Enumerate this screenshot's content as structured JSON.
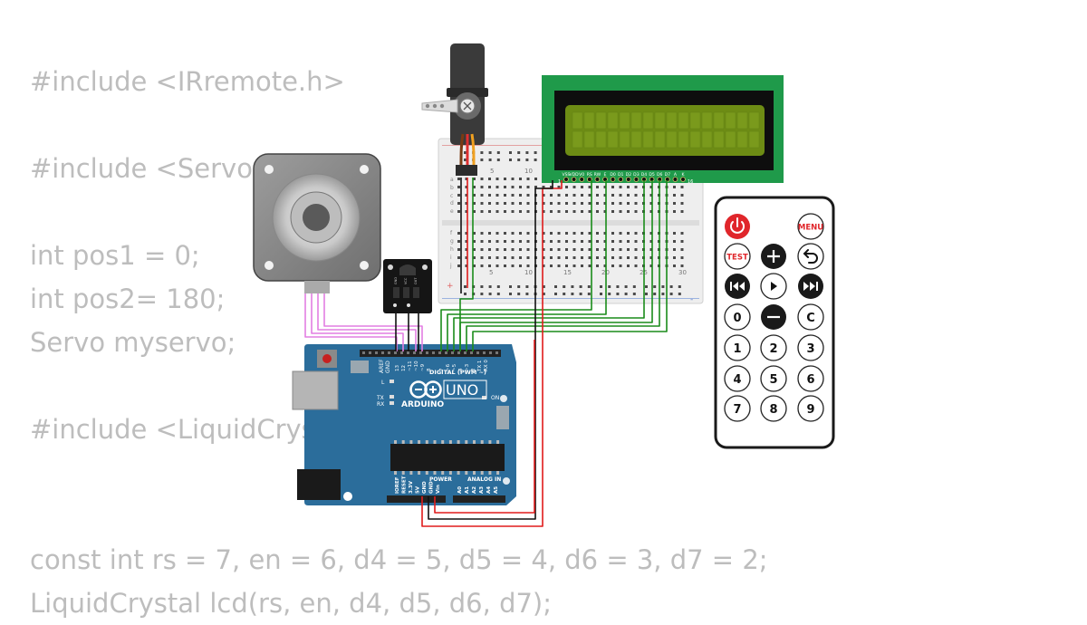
{
  "code_lines": [
    "#include <IRremote.h>",
    "",
    "#include <Servo.h>",
    "",
    "int pos1 = 0;",
    "int pos2= 180;",
    "Servo myservo;",
    "",
    "#include <LiquidCrystal.h>",
    "",
    "",
    "const int rs = 7, en = 6, d4 = 5, d5 = 4, d6 = 3, d7 = 2;",
    "LiquidCrystal lcd(rs, en, d4, d5, d6, d7);"
  ],
  "arduino": {
    "brand": "ARDUINO",
    "model": "UNO",
    "digital_label": "DIGITAL (PWM ~)",
    "power_label": "POWER",
    "analog_label": "ANALOG IN",
    "on_label": "ON",
    "tx_label": "TX",
    "rx_label": "RX",
    "l_label": "L",
    "aref_label": "AREF",
    "gnd_label": "GND",
    "digital_pins": [
      "13",
      "12",
      "~11",
      "~10",
      "~9",
      "8",
      "7",
      "~6",
      "~5",
      "4",
      "~3",
      "2",
      "TX 1",
      "RX 0"
    ],
    "power_pins": [
      "IOREF",
      "RESET",
      "3.3V",
      "5V",
      "GND",
      "GND",
      "Vin"
    ],
    "analog_pins": [
      "A0",
      "A1",
      "A2",
      "A3",
      "A4",
      "A5"
    ]
  },
  "lcd": {
    "pins": [
      "VSS",
      "VDD",
      "V0",
      "RS",
      "RW",
      "E",
      "D0",
      "D1",
      "D2",
      "D3",
      "D4",
      "D5",
      "D6",
      "D7",
      "A",
      "K"
    ],
    "first_pin": "1",
    "last_pin": "16"
  },
  "breadboard": {
    "col_numbers": [
      "5",
      "10",
      "15",
      "20",
      "25",
      "30"
    ],
    "top_col_numbers": [
      "5",
      "10"
    ],
    "rows_top": [
      "a",
      "b",
      "c",
      "d",
      "e"
    ],
    "rows_bottom": [
      "f",
      "g",
      "h",
      "i",
      "j"
    ],
    "plus": "+",
    "minus": "-"
  },
  "remote": {
    "power_icon": "power-icon",
    "menu": "MENU",
    "test": "TEST",
    "plus_icon": "plus-icon",
    "back_icon": "back-arrow-icon",
    "prev_icon": "skip-back-icon",
    "play_icon": "play-icon",
    "next_icon": "skip-forward-icon",
    "minus_icon": "minus-icon",
    "keys": [
      "0",
      "C",
      "1",
      "2",
      "3",
      "4",
      "5",
      "6",
      "7",
      "8",
      "9"
    ]
  },
  "ir_receiver": {
    "pins": [
      "GND",
      "VCC",
      "OUT"
    ]
  },
  "colors": {
    "arduino_board": "#2b6d9b",
    "lcd_board": "#1f9a4a",
    "lcd_screen": "#6d8c14",
    "wire_green": "#1a8c1a",
    "wire_red": "#e01b1b",
    "wire_black": "#111111",
    "wire_pink": "#e27ee2",
    "remote_red": "#e0262b"
  }
}
